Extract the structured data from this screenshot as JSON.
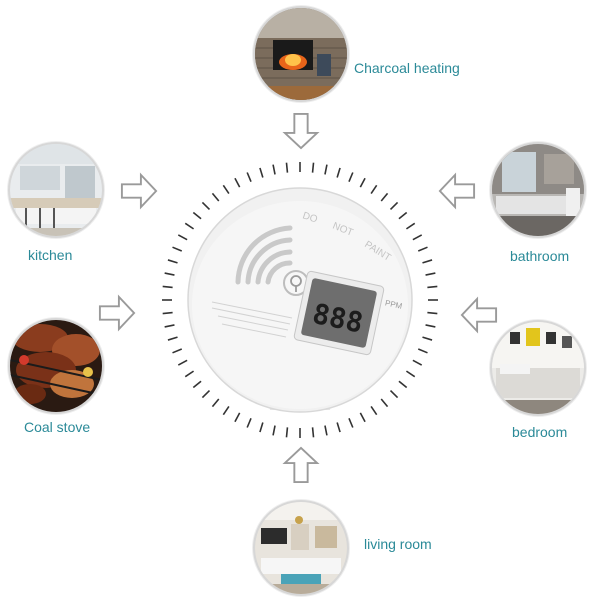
{
  "locations": [
    {
      "key": "charcoal_heating",
      "label": "Charcoal heating",
      "icon": "fireplace-photo"
    },
    {
      "key": "kitchen",
      "label": "kitchen",
      "icon": "kitchen-photo"
    },
    {
      "key": "bathroom",
      "label": "bathroom",
      "icon": "bathroom-photo"
    },
    {
      "key": "coal_stove",
      "label": "Coal stove",
      "icon": "grill-photo"
    },
    {
      "key": "bedroom",
      "label": "bedroom",
      "icon": "bedroom-photo"
    },
    {
      "key": "living_room",
      "label": "living room",
      "icon": "living-room-photo"
    }
  ],
  "detector": {
    "embossed_text": [
      "DO",
      "NOT",
      "PAINT"
    ],
    "display_digits": "888",
    "display_unit": "PPM",
    "body_color": "#f2f2f2",
    "label_color": "#2b8a98"
  }
}
